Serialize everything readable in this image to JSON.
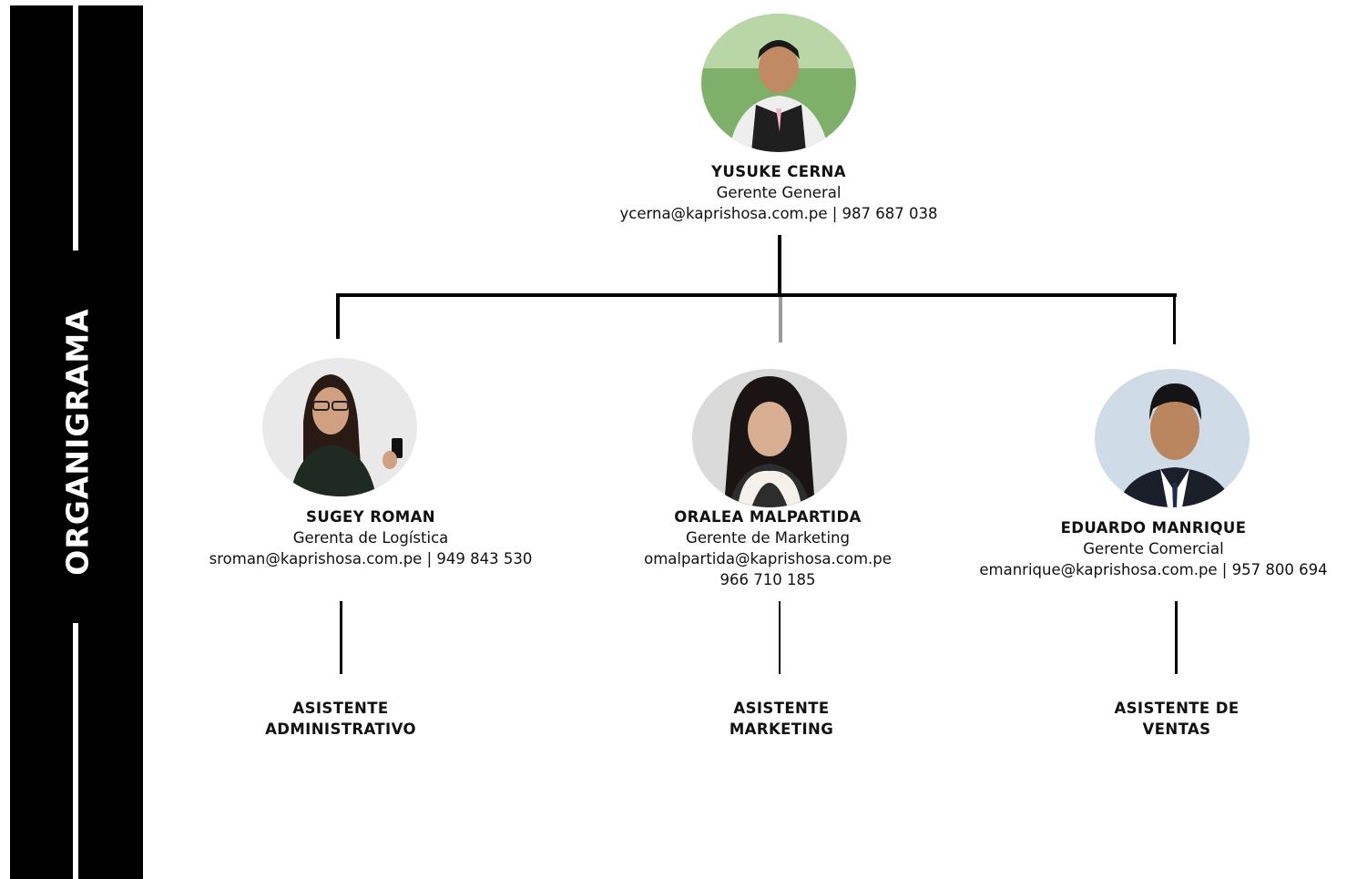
{
  "sidebar": {
    "title": "ORGANIGRAMA"
  },
  "people": {
    "ceo": {
      "name": "YUSUKE CERNA",
      "role": "Gerente General",
      "contact": "ycerna@kaprishosa.com.pe | 987 687 038"
    },
    "left": {
      "name": "SUGEY ROMAN",
      "role": "Gerenta de Logística",
      "contact": "sroman@kaprishosa.com.pe | 949 843 530"
    },
    "center": {
      "name": "ORALEA MALPARTIDA",
      "role": "Gerente de Marketing",
      "contact": "omalpartida@kaprishosa.com.pe",
      "contact2": "966 710 185"
    },
    "right": {
      "name": "EDUARDO MANRIQUE",
      "role": "Gerente Comercial",
      "contact": "emanrique@kaprishosa.com.pe | 957 800 694"
    }
  },
  "assistants": {
    "left": {
      "line1": "ASISTENTE",
      "line2": "ADMINISTRATIVO"
    },
    "center": {
      "line1": "ASISTENTE",
      "line2": "MARKETING"
    },
    "right": {
      "line1": "ASISTENTE DE",
      "line2": "VENTAS"
    }
  },
  "colors": {
    "sidebar": "#000000",
    "sidebar_accent": "#ffffff",
    "text": "#111111",
    "connector": "#000000"
  },
  "icons": [
    "photo-yusuke-cerna",
    "photo-sugey-roman",
    "photo-oralea-malpartida",
    "photo-eduardo-manrique"
  ]
}
